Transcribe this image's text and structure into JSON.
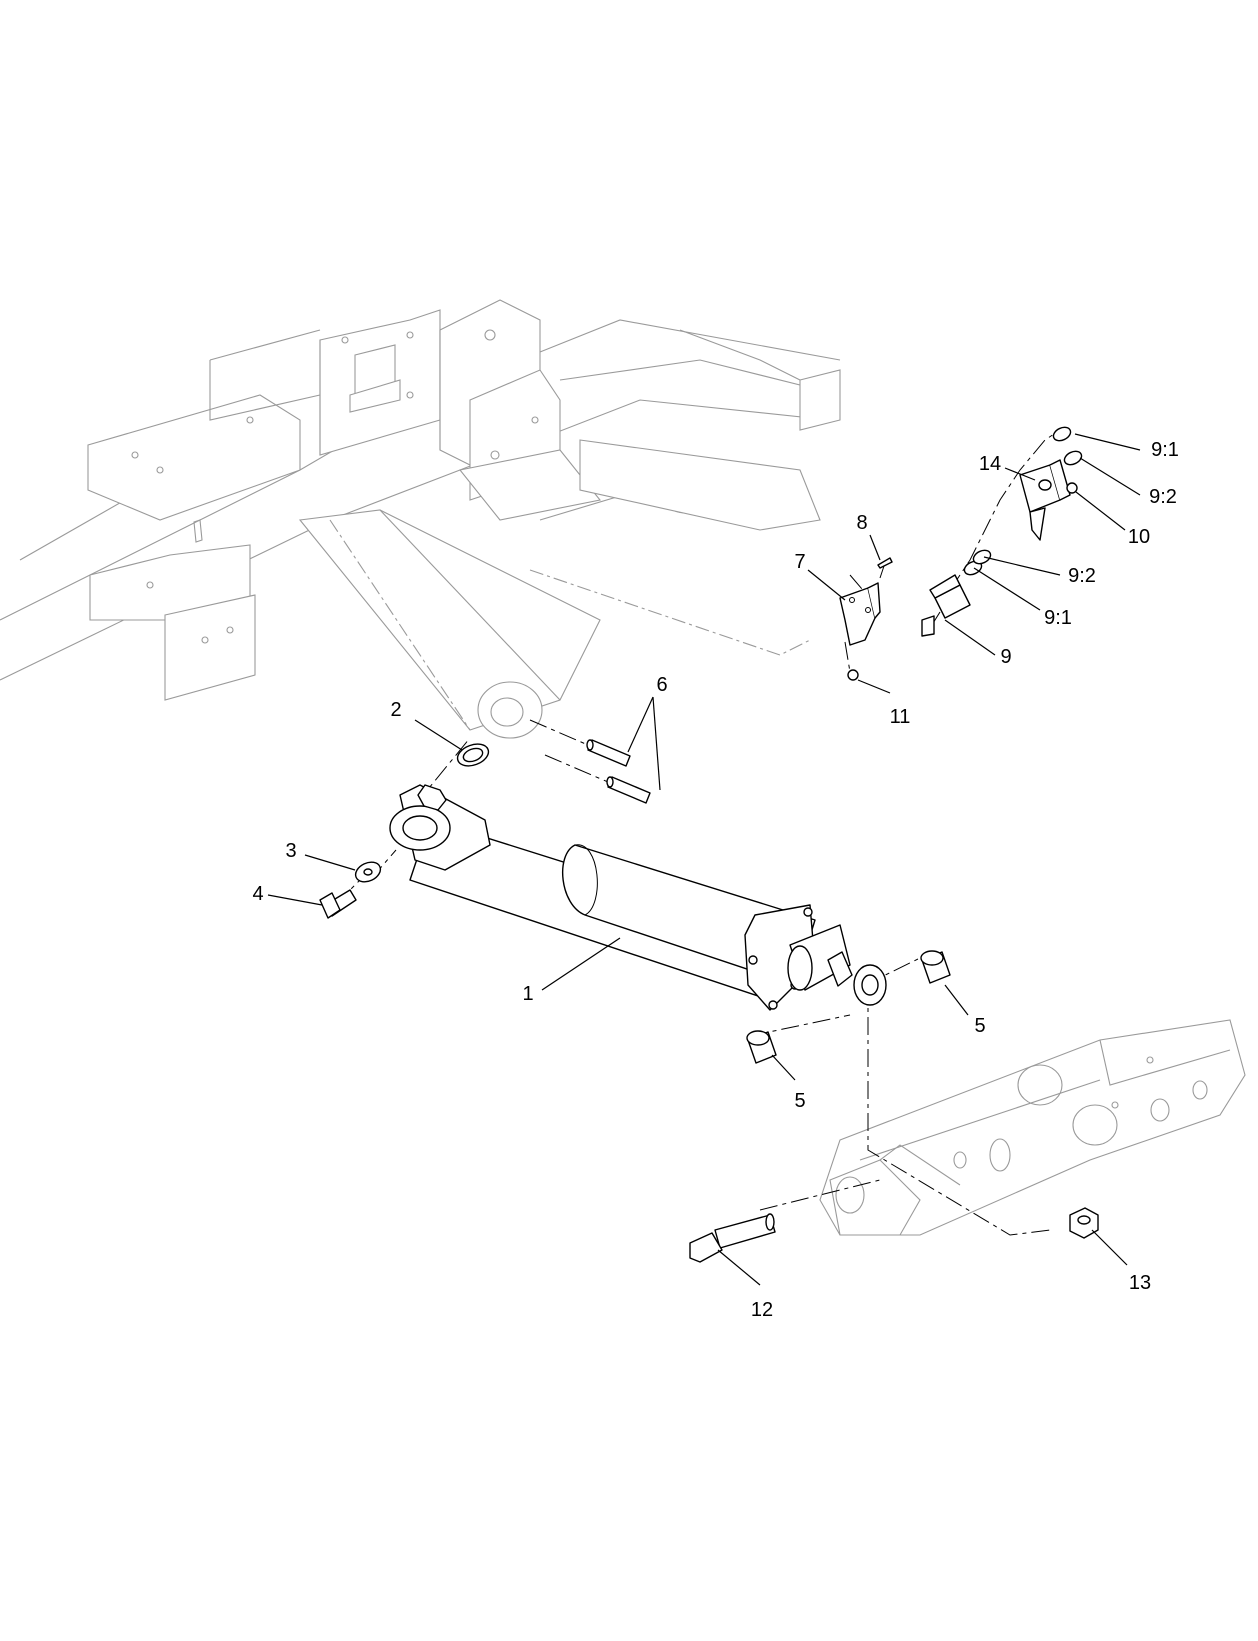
{
  "callouts": [
    {
      "id": "c1",
      "label": "1"
    },
    {
      "id": "c2",
      "label": "2"
    },
    {
      "id": "c3",
      "label": "3"
    },
    {
      "id": "c4",
      "label": "4"
    },
    {
      "id": "c5a",
      "label": "5"
    },
    {
      "id": "c5b",
      "label": "5"
    },
    {
      "id": "c6",
      "label": "6"
    },
    {
      "id": "c7",
      "label": "7"
    },
    {
      "id": "c8",
      "label": "8"
    },
    {
      "id": "c9",
      "label": "9"
    },
    {
      "id": "c9_1a",
      "label": "9:1"
    },
    {
      "id": "c9_2a",
      "label": "9:2"
    },
    {
      "id": "c9_2b",
      "label": "9:2"
    },
    {
      "id": "c9_1b",
      "label": "9:1"
    },
    {
      "id": "c10",
      "label": "10"
    },
    {
      "id": "c11",
      "label": "11"
    },
    {
      "id": "c12",
      "label": "12"
    },
    {
      "id": "c13",
      "label": "13"
    },
    {
      "id": "c14",
      "label": "14"
    }
  ]
}
